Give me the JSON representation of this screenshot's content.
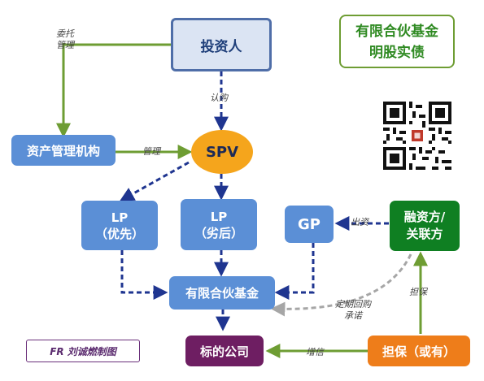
{
  "title_box": {
    "line1": "有限合伙基金",
    "line2": "明股实债"
  },
  "nodes": {
    "investor": "投资人",
    "spv": "SPV",
    "asset_manager": "资产管理机构",
    "lp_priority": {
      "line1": "LP",
      "line2": "（优先）"
    },
    "lp_subordinate": {
      "line1": "LP",
      "line2": "（劣后）"
    },
    "gp": "GP",
    "financier": {
      "line1": "融资方/",
      "line2": "关联方"
    },
    "fund": "有限合伙基金",
    "target_company": "标的公司",
    "guarantor": "担保（或有）"
  },
  "edge_labels": {
    "entrust": {
      "line1": "委托",
      "line2": "管理"
    },
    "subscribe": "认购",
    "manage": "管理",
    "contribute": "出资",
    "repurchase": {
      "line1": "定期回购",
      "line2": "承诺"
    },
    "guarantee": "担保",
    "capital_increase": "增信"
  },
  "credit": "FR 刘诚燃制图",
  "colors": {
    "dashed_arrow": "#1f3590",
    "green_arrow": "#6e9d33",
    "gray_arrow": "#a6a6a6",
    "node_blue": "#5b8fd6",
    "spv_orange": "#f5a51c",
    "financier_green": "#0f7f22",
    "guarantor_orange": "#ee7d1a",
    "target_purple": "#6e1e62"
  },
  "icons": {
    "qr": "qr-code-icon"
  }
}
